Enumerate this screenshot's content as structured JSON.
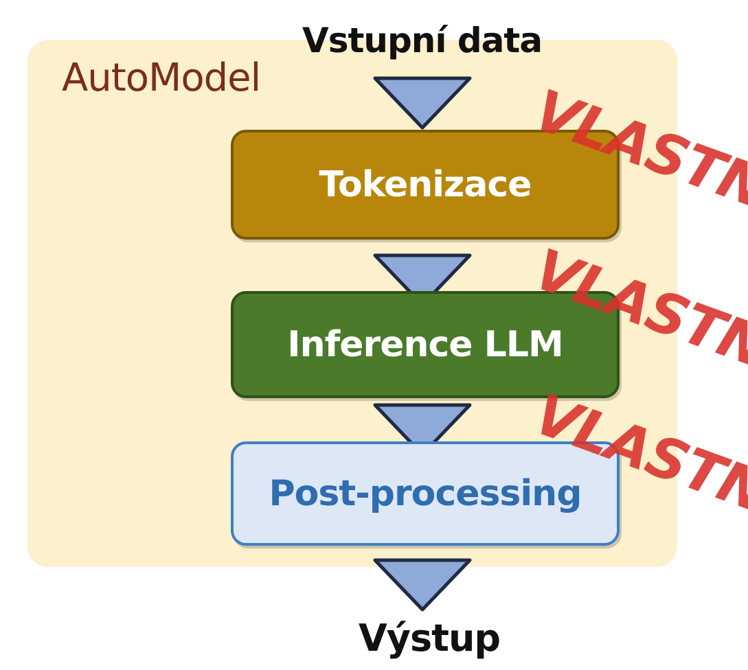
{
  "diagram": {
    "container": {
      "label": "AutoModel",
      "fill": "#fdf0cc",
      "label_color": "#7a2e1a"
    },
    "input_label": "Vstupní data",
    "output_label": "Výstup",
    "arrow_fill": "#8fa9d8",
    "arrow_stroke": "#1f2a44",
    "steps": [
      {
        "label": "Tokenizace",
        "fill": "#b8860b",
        "border": "#7a5a08",
        "text_color": "#ffffff"
      },
      {
        "label": "Inference LLM",
        "fill": "#4a7a2a",
        "border": "#2e5218",
        "text_color": "#ffffff"
      },
      {
        "label": "Post-processing",
        "fill": "#dde7f6",
        "border": "#3e7fc4",
        "text_color": "#2f6db0"
      }
    ],
    "stamps": [
      {
        "text": "VLASTNÍ",
        "color": "#d9312b"
      },
      {
        "text": "VLASTNÍ",
        "color": "#d9312b"
      },
      {
        "text": "VLASTNÍ",
        "color": "#d9312b"
      }
    ]
  }
}
